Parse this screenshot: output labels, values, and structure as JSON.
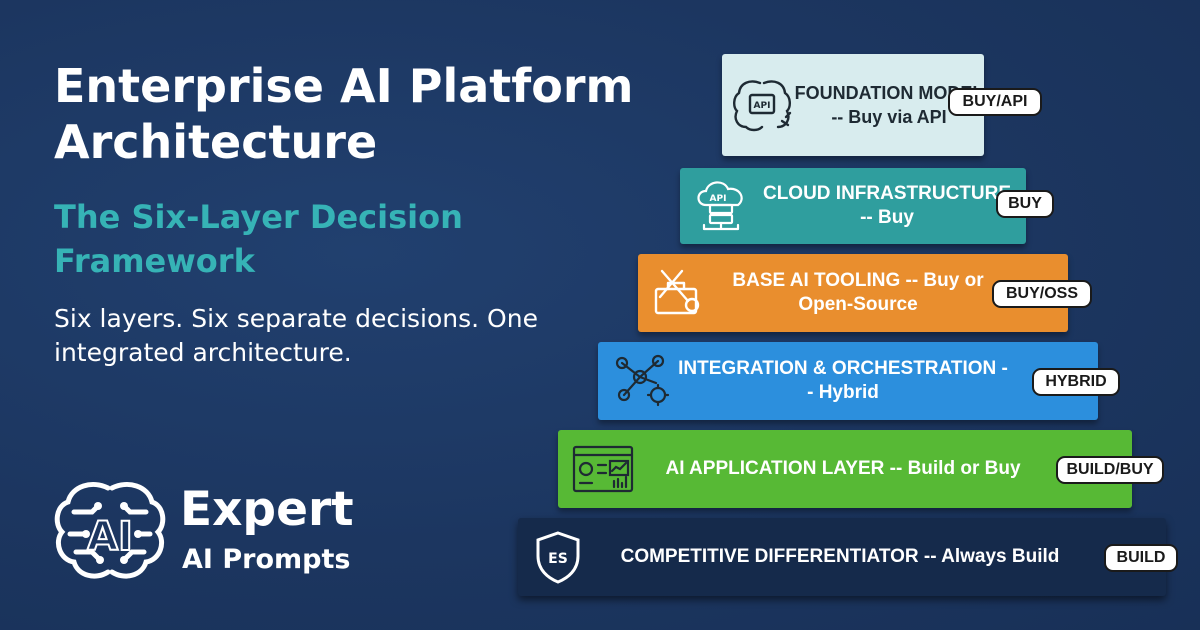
{
  "header": {
    "title": "Enterprise AI Platform Architecture",
    "subtitle": "The Six-Layer Decision Framework",
    "tagline": "Six layers. Six separate decisions. One integrated architecture."
  },
  "logo": {
    "mark_text": "AI",
    "name": "Expert",
    "sub": "AI Prompts"
  },
  "layers": [
    {
      "label": "FOUNDATION MODEL -- Buy via API",
      "badge": "BUY/API",
      "icon": "brain-chip-icon",
      "icon_text": "API",
      "color": "#d8ecee"
    },
    {
      "label": "CLOUD INFRASTRUCTURE -- Buy",
      "badge": "BUY",
      "icon": "cloud-server-icon",
      "icon_text": "API",
      "color": "#2f9e9e"
    },
    {
      "label": "BASE AI TOOLING -- Buy or Open-Source",
      "badge": "BUY/OSS",
      "icon": "toolbox-icon",
      "color": "#e98e2e"
    },
    {
      "label": "INTEGRATION & ORCHESTRATION -- Hybrid",
      "badge": "HYBRID",
      "icon": "network-gear-icon",
      "color": "#2c8fdd"
    },
    {
      "label": "AI APPLICATION LAYER -- Build or Buy",
      "badge": "BUILD/BUY",
      "icon": "dashboard-icon",
      "color": "#57b935"
    },
    {
      "label": "COMPETITIVE DIFFERENTIATOR -- Always Build",
      "badge": "BUILD",
      "icon": "shield-icon",
      "icon_text": "ES",
      "color": "#152a4b"
    }
  ]
}
